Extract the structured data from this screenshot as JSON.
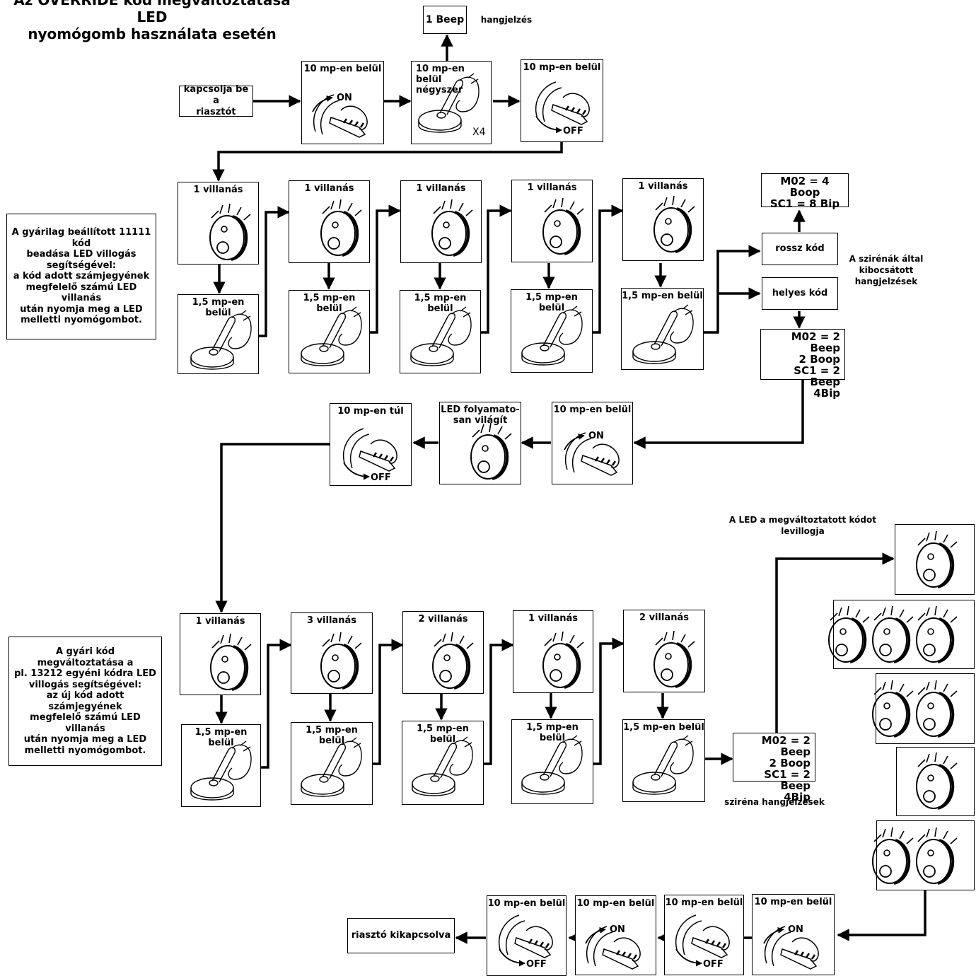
{
  "title": "Az OVERRIDE kód megváltoztatása LED\nnyomógomb használata esetén",
  "top": {
    "beep_box": "1 Beep",
    "beep_label": "hangjelzés",
    "start_box": "kapcsolja be a\nriasztót",
    "step1": "10 mp-en belül",
    "step2": "10 mp-en belül\nnégyszer",
    "step3": "10 mp-en belül",
    "x4": "X4",
    "on": "ON",
    "off": "OFF"
  },
  "note1": "A gyárilag beállított 11111 kód\nbeadása LED villogás\nsegítségével:\na kód adott számjegyének\nmegfelelő számú LED villanás\nután nyomja meg a LED\nmelletti nyomógombot.",
  "row1": {
    "flash": [
      "1 villanás",
      "1 villanás",
      "1 villanás",
      "1 villanás",
      "1 villanás"
    ],
    "press": [
      "1,5 mp-en belül",
      "1,5 mp-en belül",
      "1,5 mp-en belül",
      "1,5 mp-en belül",
      "1,5 mp-en belül"
    ]
  },
  "result": {
    "wrong_code": "rossz kód",
    "right_code": "helyes kód",
    "wrong_sound": "M02 = 4 Boop\nSC1 = 8 Bip",
    "right_sound": "M02 = 2 Beep\n2 Boop\nSC1 = 2 Beep\n4Bip",
    "siren_label": "A szirénák által\nkibocsátott\nhangjelzések"
  },
  "row2": {
    "on_box": "10 mp-en belül",
    "led_box": "LED folyamato-\nsan világít",
    "off_box": "10 mp-en túl",
    "on": "ON",
    "off": "OFF"
  },
  "note2": "A gyári kód megváltoztatása a\npl. 13212 egyéni kódra LED\nvillogás segítségével:\naz új kód adott számjegyének\nmegfelelő számú LED villanás\nután nyomja meg a LED\nmelletti nyomógombot.",
  "row3": {
    "flash": [
      "1 villanás",
      "3 villanás",
      "2 villanás",
      "1 villanás",
      "2 villanás"
    ],
    "press": [
      "1,5 mp-en belül",
      "1,5 mp-en belül",
      "1,5 mp-en belül",
      "1,5 mp-en belül",
      "1,5 mp-en belül"
    ],
    "sound": "M02 = 2 Beep\n2 Boop\nSC1 = 2 Beep\n4Bip",
    "sound_label": "sziréna hangjelzések"
  },
  "replay": {
    "label": "A LED a megváltoztatott kódot\nlevillogja",
    "counts": [
      1,
      3,
      2,
      1,
      2
    ]
  },
  "final": {
    "boxes": [
      "10 mp-en belül",
      "10 mp-en belül",
      "10 mp-en belül",
      "10 mp-en belül"
    ],
    "end_box": "riasztó kikapcsolva",
    "on": "ON",
    "off": "OFF"
  }
}
